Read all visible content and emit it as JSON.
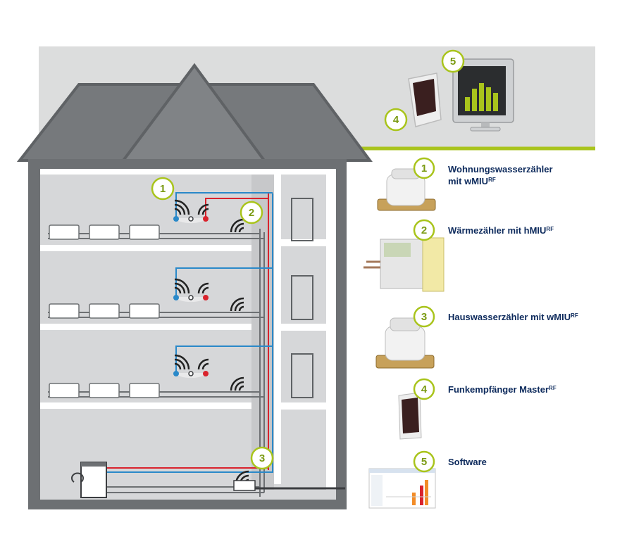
{
  "colors": {
    "accent_green": "#a9c41c",
    "house_gray": "#6d7073",
    "roof_gray": "#76797c",
    "interior_gray": "#d6d7d9",
    "sky_gray": "#dcdddd",
    "pipe_red": "#d9232d",
    "pipe_blue": "#2a89c9",
    "title_navy": "#0d2a5c"
  },
  "badges": [
    "1",
    "2",
    "3",
    "4",
    "5"
  ],
  "legend": [
    {
      "number": "1",
      "line1": "Wohnungswasserzähler",
      "line2": "mit wMIU",
      "sup": "RF",
      "icon": "water-meter-icon"
    },
    {
      "number": "2",
      "line1": "Wärmezähler mit hMIU",
      "line2": "",
      "sup": "RF",
      "icon": "heat-meter-icon"
    },
    {
      "number": "3",
      "line1": "Hauswasserzähler mit wMIU",
      "line2": "",
      "sup": "RF",
      "icon": "house-water-meter-icon"
    },
    {
      "number": "4",
      "line1": "Funkempfänger Master",
      "line2": "",
      "sup": "RF",
      "icon": "radio-receiver-icon"
    },
    {
      "number": "5",
      "line1": "Software",
      "line2": "",
      "sup": "",
      "icon": "software-screen-icon"
    }
  ]
}
